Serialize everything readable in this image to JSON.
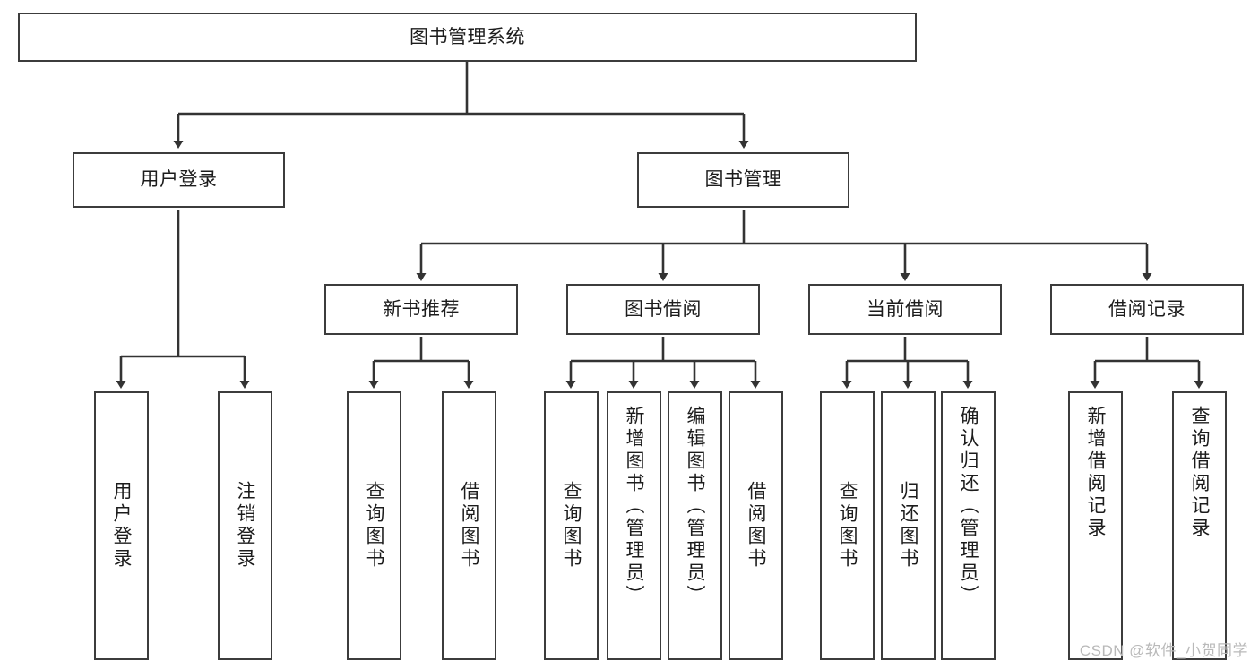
{
  "diagram": {
    "title": "图书管理系统",
    "type": "tree-hierarchy",
    "watermark": "CSDN @软件_小贺同学",
    "colors": {
      "border": "#3c3c3c",
      "background": "#ffffff",
      "text": "#1c1c1c",
      "watermark": "#b9b9b9",
      "connector": "#333333"
    },
    "levels": {
      "root": {
        "label": "图书管理系统"
      },
      "level2": [
        {
          "label": "用户登录"
        },
        {
          "label": "图书管理"
        }
      ],
      "level3": [
        {
          "label": "新书推荐"
        },
        {
          "label": "图书借阅"
        },
        {
          "label": "当前借阅"
        },
        {
          "label": "借阅记录"
        }
      ],
      "leaves": {
        "user_login": [
          {
            "label": "用户登录"
          },
          {
            "label": "注销登录"
          }
        ],
        "new_book_recommend": [
          {
            "label": "查询图书"
          },
          {
            "label": "借阅图书"
          }
        ],
        "book_borrow": [
          {
            "label": "查询图书"
          },
          {
            "label": "新增图书（管理员）"
          },
          {
            "label": "编辑图书（管理员）"
          },
          {
            "label": "借阅图书"
          }
        ],
        "current_borrow": [
          {
            "label": "查询图书"
          },
          {
            "label": "归还图书"
          },
          {
            "label": "确认归还（管理员）"
          }
        ],
        "borrow_record": [
          {
            "label": "新增借阅记录"
          },
          {
            "label": "查询借阅记录"
          }
        ]
      }
    }
  }
}
